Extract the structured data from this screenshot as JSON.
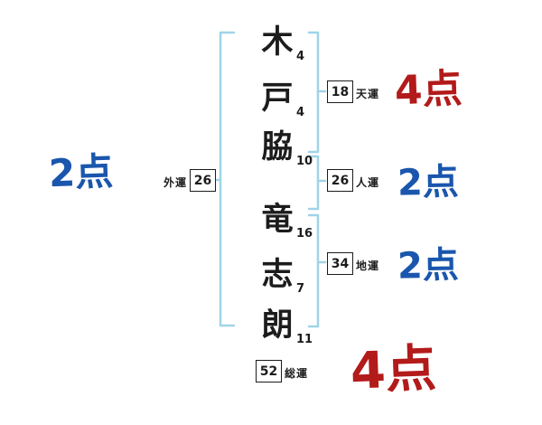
{
  "chart": {
    "name_chars": [
      {
        "char": "木",
        "strokes": "4"
      },
      {
        "char": "戸",
        "strokes": "4"
      },
      {
        "char": "脇",
        "strokes": "10"
      },
      {
        "char": "竜",
        "strokes": "16"
      },
      {
        "char": "志",
        "strokes": "7"
      },
      {
        "char": "朗",
        "strokes": "11"
      }
    ],
    "fortunes": {
      "outer": {
        "label": "外運",
        "value": "26",
        "score": "2点",
        "score_color": "blue"
      },
      "heaven": {
        "label": "天運",
        "value": "18",
        "score": "4点",
        "score_color": "red"
      },
      "person": {
        "label": "人運",
        "value": "26",
        "score": "2点",
        "score_color": "blue"
      },
      "earth": {
        "label": "地運",
        "value": "34",
        "score": "2点",
        "score_color": "blue"
      },
      "total": {
        "label": "総運",
        "value": "52",
        "score": "4点",
        "score_color": "red"
      }
    },
    "colors": {
      "score_red": "#b31a1a",
      "score_blue": "#1a56ad",
      "bracket": "#a0d4e8",
      "ink": "#1c1c1c"
    }
  }
}
